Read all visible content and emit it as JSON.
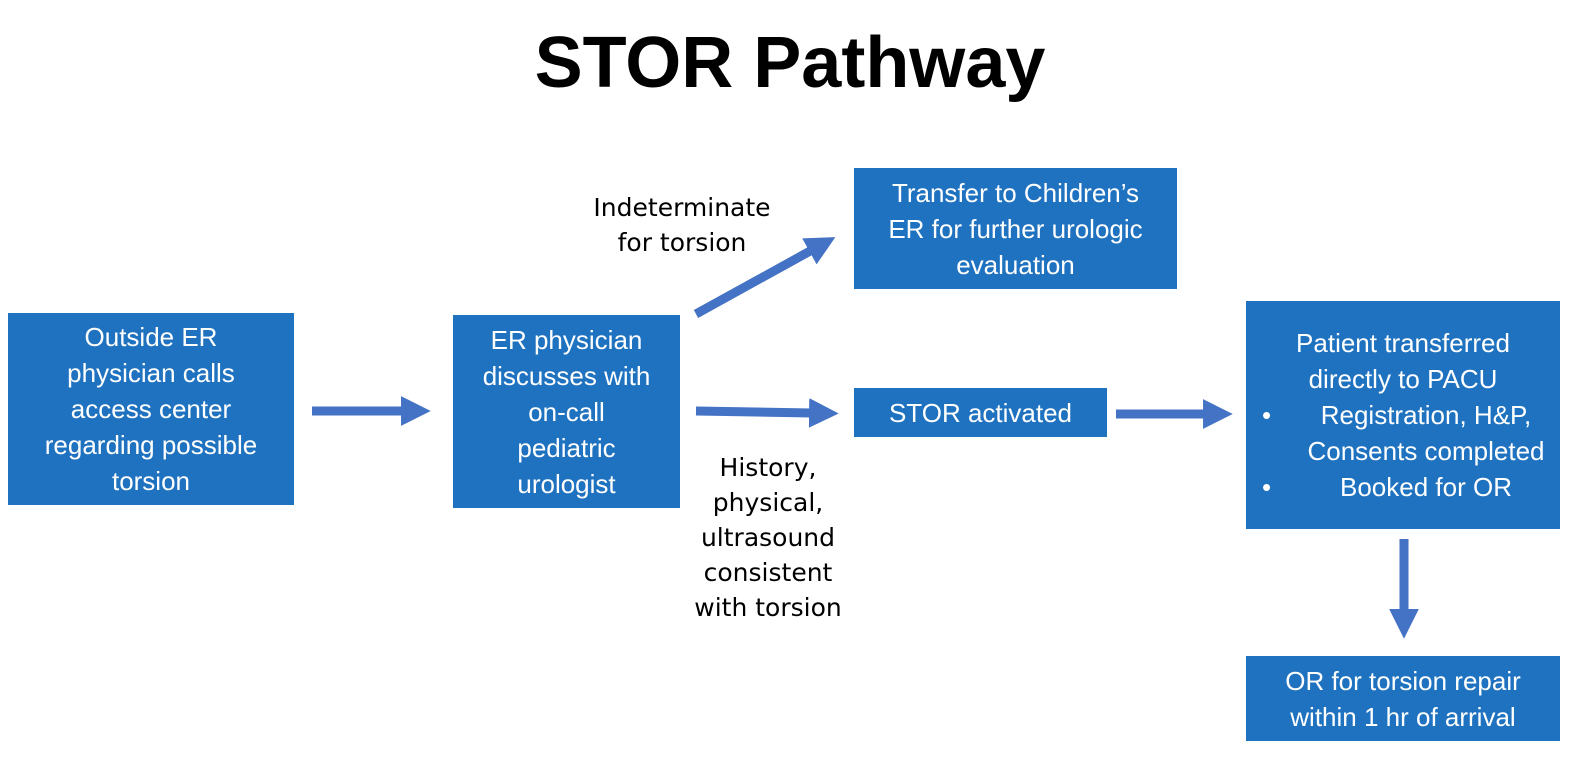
{
  "title": "STOR Pathway",
  "colors": {
    "box_fill": "#1f72bf",
    "box_text": "#ffffff",
    "arrow": "#4472c4"
  },
  "boxes": {
    "outside_er": {
      "lines": [
        "Outside ER",
        "physician calls",
        "access center",
        "regarding possible",
        "torsion"
      ]
    },
    "er_physician": {
      "lines": [
        "ER physician",
        "discusses with",
        "on-call",
        "pediatric",
        "urologist"
      ]
    },
    "transfer": {
      "lines": [
        "Transfer to Children’s",
        "ER for further urologic",
        "evaluation"
      ]
    },
    "stor_activated": {
      "lines": [
        "STOR activated"
      ]
    },
    "patient_transferred": {
      "lines": [
        "Patient transferred",
        "directly to PACU"
      ],
      "bullet": "•",
      "bullets": [
        "Registration, H&P, Consents completed",
        "Booked for OR"
      ]
    },
    "or_repair": {
      "lines": [
        "OR for torsion repair",
        "within 1 hr of arrival"
      ]
    }
  },
  "labels": {
    "indeterminate": {
      "lines": [
        "Indeterminate",
        "for torsion"
      ]
    },
    "consistent": {
      "lines": [
        "History,",
        "physical,",
        "ultrasound",
        "consistent",
        "with torsion"
      ]
    }
  }
}
